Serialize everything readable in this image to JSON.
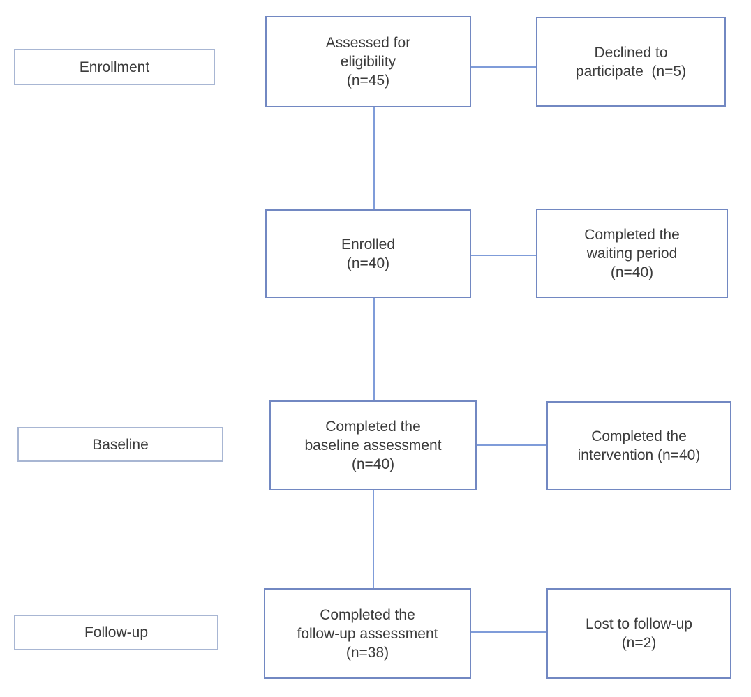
{
  "colors": {
    "box-border": "#7288c2",
    "label-border": "#a8b6d3",
    "connector": "#7f9cd9",
    "text": "#3b3b3b",
    "background": "#ffffff"
  },
  "stages": [
    {
      "label": "Enrollment"
    },
    {
      "label": "Baseline"
    },
    {
      "label": "Follow-up"
    }
  ],
  "main_boxes": [
    {
      "text": "Assessed for\neligibility\n(n=45)"
    },
    {
      "text": "Enrolled\n(n=40)"
    },
    {
      "text": "Completed the\nbaseline assessment\n(n=40)"
    },
    {
      "text": "Completed the\nfollow-up assessment\n(n=38)"
    }
  ],
  "side_boxes": [
    {
      "text": "Declined to\nparticipate  (n=5)"
    },
    {
      "text": "Completed the\nwaiting period\n(n=40)"
    },
    {
      "text": "Completed the\nintervention (n=40)"
    },
    {
      "text": "Lost to follow-up\n(n=2)"
    }
  ]
}
